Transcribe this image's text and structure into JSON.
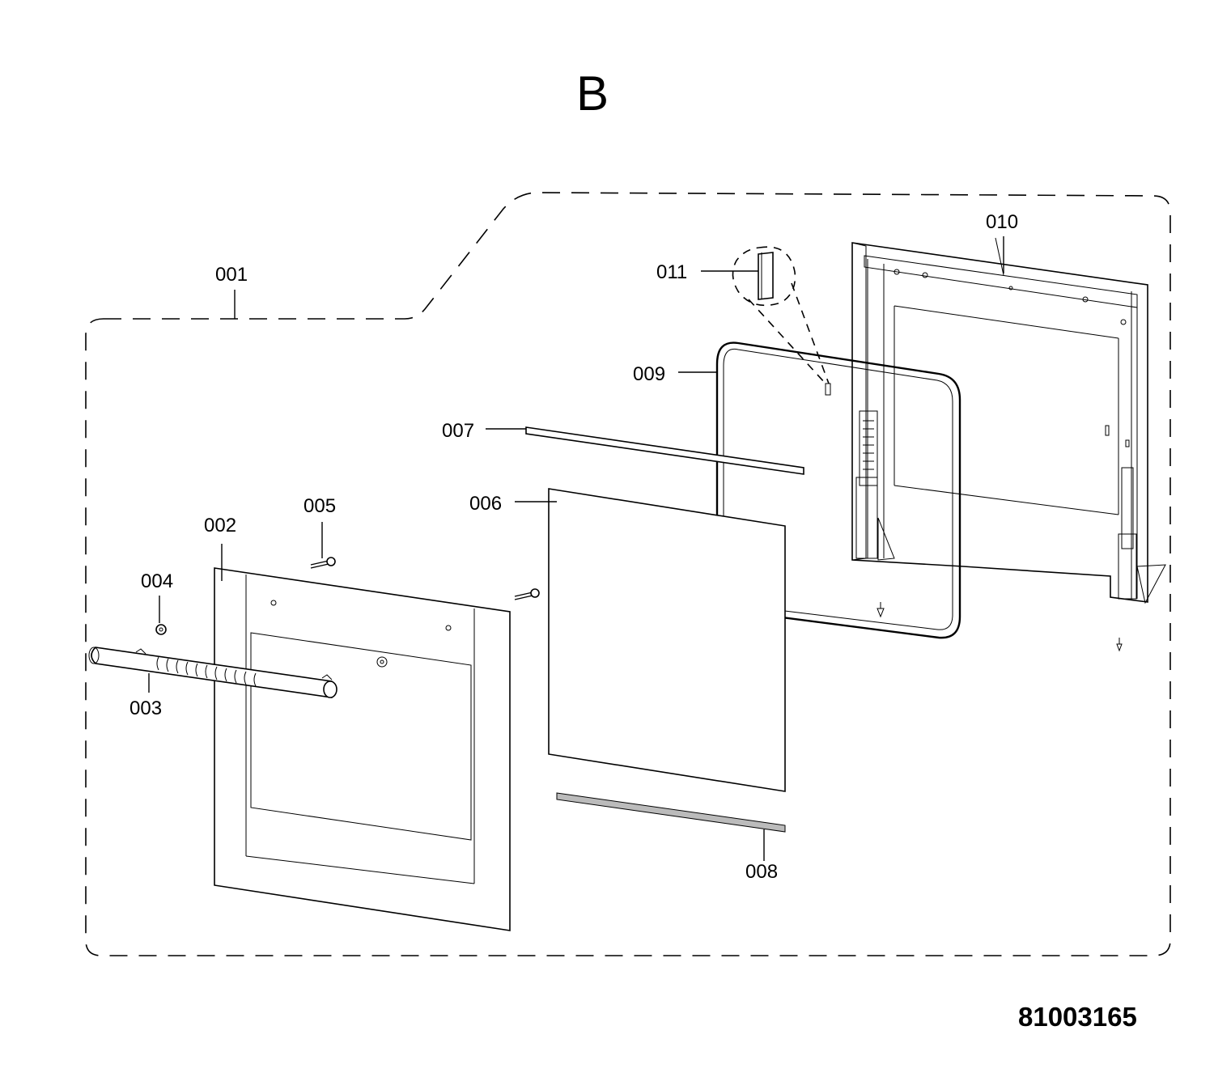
{
  "section_label": "B",
  "drawing_number": "81003165",
  "callouts": {
    "c001": "001",
    "c002": "002",
    "c003": "003",
    "c004": "004",
    "c005": "005",
    "c006": "006",
    "c007": "007",
    "c008": "008",
    "c009": "009",
    "c010": "010",
    "c011": "011"
  }
}
